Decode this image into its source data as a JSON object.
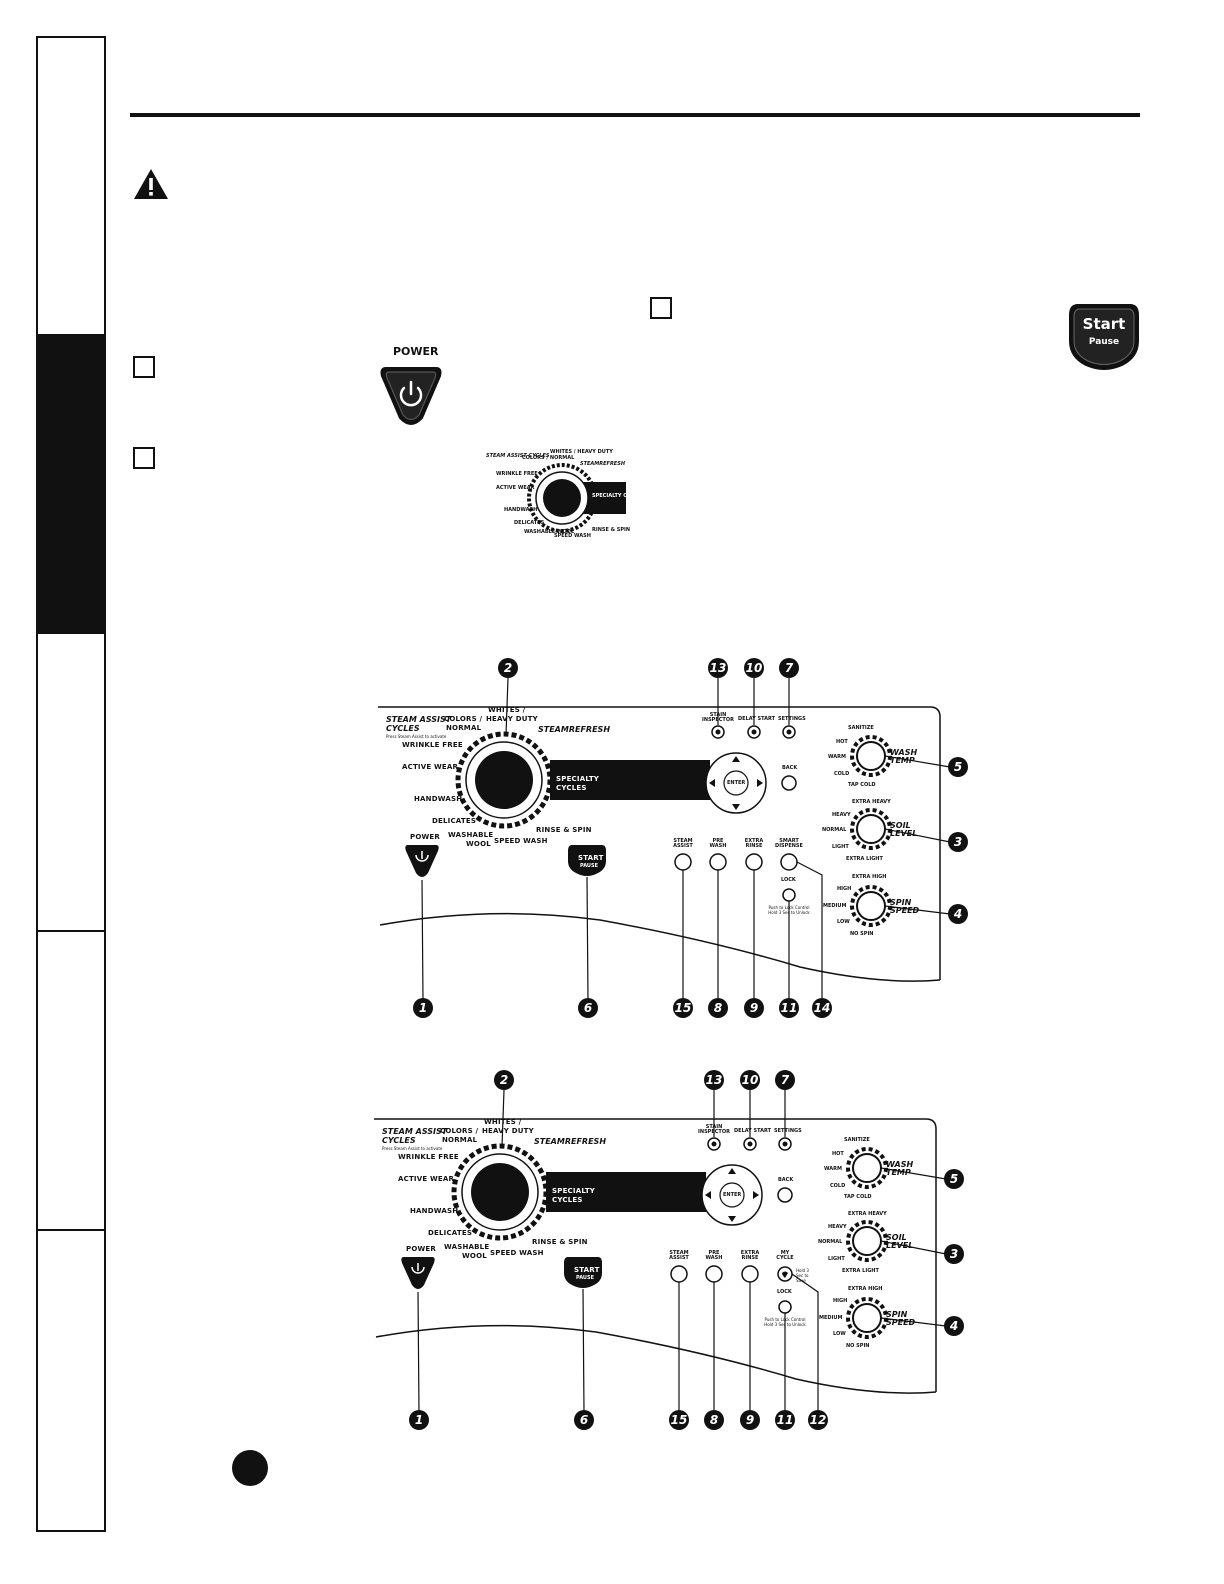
{
  "power_button": {
    "label": "Power"
  },
  "start_button": {
    "start": "Start",
    "pause": "Pause"
  },
  "small_dial": {
    "steam_assist": "Steam Assist Cycles",
    "colors_normal": "Colors / Normal",
    "whites_heavy_duty": "Whites / Heavy Duty",
    "steamrefresh": "SteamRefresh",
    "wrinkle_free": "Wrinkle Free",
    "active_wear": "Active Wear",
    "handwash": "Handwash",
    "delicates": "Delicates",
    "washable_wool": "Washable Wool",
    "speed_wash": "Speed Wash",
    "rinse_spin": "Rinse & Spin",
    "specialty_cycles": "Specialty Cycles"
  },
  "panel1": {
    "steam_assist": "Steam Assist",
    "cycles_drop": "Cycles",
    "steam_note": "Press Steam Assist to activate",
    "colors": "Colors /",
    "normal": "Normal",
    "whites": "Whites /",
    "heavy_duty": "Heavy Duty",
    "steamrefresh": "SteamRefresh",
    "wrinkle_free": "Wrinkle Free",
    "active_wear": "Active Wear",
    "handwash": "Handwash",
    "delicates": "Delicates",
    "washable": "Washable",
    "wool": "Wool",
    "speed_wash": "Speed Wash",
    "rinse_spin": "Rinse & Spin",
    "specialty": "Specialty",
    "cycles": "Cycles",
    "power": "Power",
    "start": "Start",
    "pause": "Pause",
    "stain_inspector": "Stain Inspector",
    "delay_start": "Delay Start",
    "settings": "Settings",
    "enter": "Enter",
    "back": "Back",
    "btn_steam": "Steam Assist",
    "btn_prewash": "Pre Wash",
    "btn_extra_rinse": "Extra Rinse",
    "btn_smart_dispense": "Smart Dispense",
    "lock": "Lock",
    "lock_note": "Push to Lock Control Hold 3 Sec to Unlock",
    "wash_temp": "Wash Temp",
    "wt_sanitize": "Sanitize",
    "wt_hot": "Hot",
    "wt_warm": "Warm",
    "wt_cold": "Cold",
    "wt_tap_cold": "Tap Cold",
    "soil_level": "Soil Level",
    "sl_extra_heavy": "Extra Heavy",
    "sl_heavy": "Heavy",
    "sl_normal": "Normal",
    "sl_light": "Light",
    "sl_extra_light": "Extra Light",
    "spin_speed": "Spin Speed",
    "sp_extra_high": "Extra High",
    "sp_high": "High",
    "sp_medium": "Medium",
    "sp_low": "Low",
    "sp_no_spin": "No Spin",
    "callouts": {
      "c2": "2",
      "c13": "13",
      "c10": "10",
      "c7": "7",
      "c5": "5",
      "c3": "3",
      "c4": "4",
      "c1": "1",
      "c6": "6",
      "c15": "15",
      "c8": "8",
      "c9": "9",
      "c11": "11",
      "c14": "14"
    }
  },
  "panel2": {
    "btn_my_cycle": "My Cycle",
    "my_cycle_note": "Hold 3 Sec to Save",
    "callouts": {
      "c2": "2",
      "c13": "13",
      "c10": "10",
      "c7": "7",
      "c5": "5",
      "c3": "3",
      "c4": "4",
      "c1": "1",
      "c6": "6",
      "c15": "15",
      "c8": "8",
      "c9": "9",
      "c11": "11",
      "c12": "12"
    }
  },
  "colors": {
    "ink": "#111111",
    "paper": "#ffffff"
  }
}
